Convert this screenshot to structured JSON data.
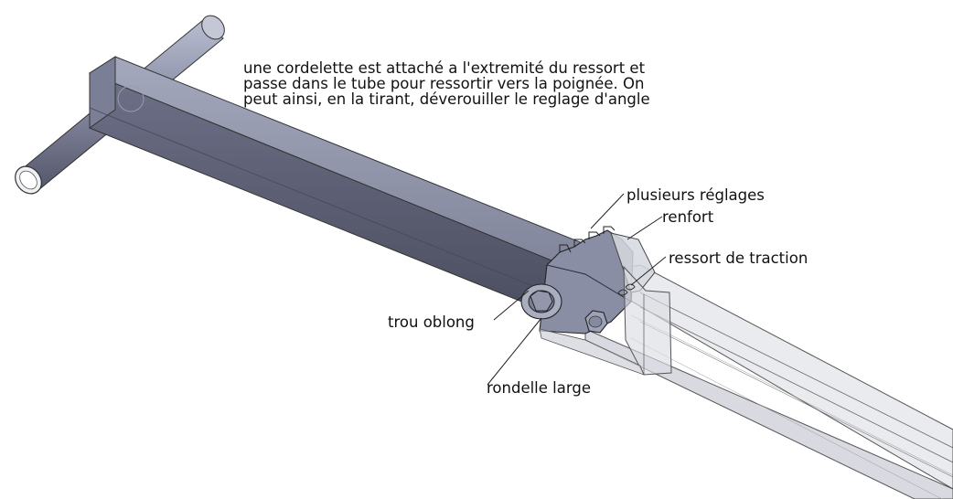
{
  "note": {
    "lines": [
      "une cordelette est attaché a l'extremité du ressort et",
      "passe dans le tube pour ressortir vers la poignée. On",
      "peut ainsi, en la tirant, déverouiller le reglage d'angle"
    ]
  },
  "callouts": {
    "plusieurs_reglages": "plusieurs réglages",
    "renfort": "renfort",
    "ressort_de_traction": "ressort de traction",
    "trou_oblong": "trou oblong",
    "rondelle_large": "rondelle large"
  },
  "colors": {
    "steel_top": "#8f93a8",
    "steel_side": "#5e6177",
    "steel_dark": "#3e4052",
    "glass": "#d4d6de",
    "line": "#222222"
  }
}
